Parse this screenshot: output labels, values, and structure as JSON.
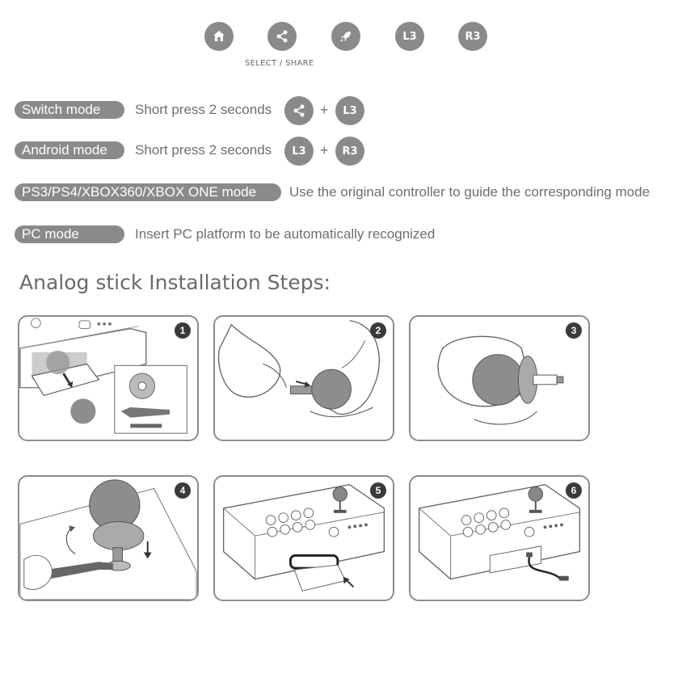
{
  "top_icons": {
    "home_icon": "home-icon",
    "share_icon": "share-icon",
    "turbo_icon": "rocket-icon",
    "l3_label": "L3",
    "r3_label": "R3",
    "share_caption": "SELECT / SHARE"
  },
  "modes": [
    {
      "label": "Switch mode",
      "description": "Short press 2 seconds",
      "combo_a": "share",
      "combo_b": "L3",
      "plus": "+"
    },
    {
      "label": "Android mode",
      "description": "Short press 2 seconds",
      "combo_a": "L3",
      "combo_b": "R3",
      "plus": "+"
    },
    {
      "label": "PS3/PS4/XBOX360/XBOX ONE mode",
      "description": "Use the original controller to guide the corresponding mode"
    },
    {
      "label": "PC mode",
      "description": "Insert PC platform to be automatically recognized"
    }
  ],
  "heading": "Analog stick Installation Steps:",
  "steps": [
    {
      "number": "1"
    },
    {
      "number": "2"
    },
    {
      "number": "3"
    },
    {
      "number": "4"
    },
    {
      "number": "5"
    },
    {
      "number": "6"
    }
  ],
  "colors": {
    "badge_gray": "#8a8a8a",
    "step_number": "#3a3a3a",
    "ball_gray": "#8d8d8d"
  }
}
